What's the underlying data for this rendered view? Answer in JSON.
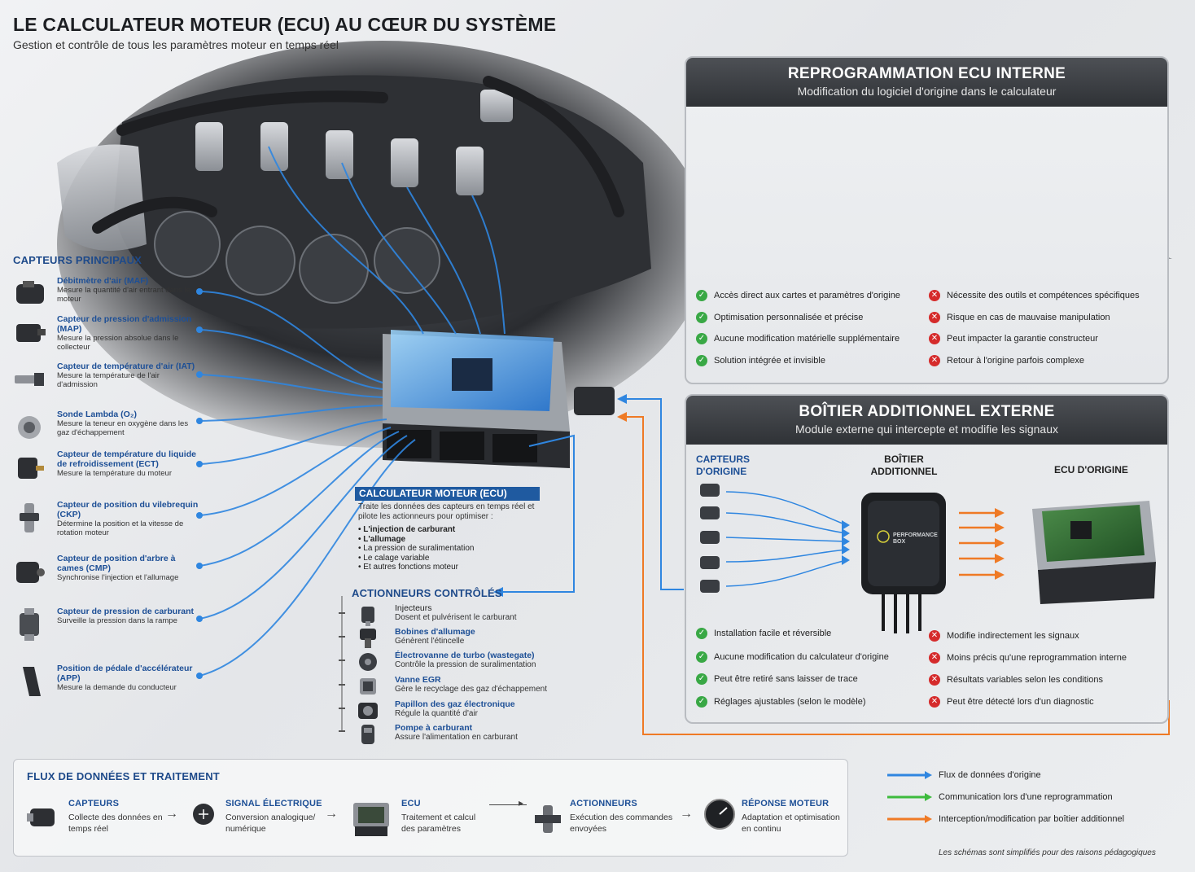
{
  "header": {
    "title": "LE CALCULATEUR MOTEUR (ECU) AU CŒUR DU SYSTÈME",
    "subtitle": "Gestion et contrôle de tous les paramètres moteur en temps réel"
  },
  "sensors_section": {
    "title": "CAPTEURS PRINCIPAUX",
    "items": [
      {
        "name": "Débitmètre d'air (MAF)",
        "desc": "Mesure la quantité d'air entrant dans le moteur"
      },
      {
        "name": "Capteur de pression d'admission (MAP)",
        "desc": "Mesure la pression absolue dans le collecteur"
      },
      {
        "name": "Capteur de température d'air (IAT)",
        "desc": "Mesure la température de l'air d'admission"
      },
      {
        "name": "Sonde Lambda (O₂)",
        "desc": "Mesure la teneur en oxygène dans les gaz d'échappement"
      },
      {
        "name": "Capteur de température du liquide de refroidissement (ECT)",
        "desc": "Mesure la température du moteur"
      },
      {
        "name": "Capteur de position du vilebrequin (CKP)",
        "desc": "Détermine la position et la vitesse de rotation moteur"
      },
      {
        "name": "Capteur de position d'arbre à cames (CMP)",
        "desc": "Synchronise l'injection et l'allumage"
      },
      {
        "name": "Capteur de pression de carburant",
        "desc": "Surveille la pression dans la rampe"
      },
      {
        "name": "Position de pédale d'accélérateur (APP)",
        "desc": "Mesure la demande du conducteur"
      }
    ]
  },
  "ecu_label": {
    "title": "CALCULATEUR MOTEUR (ECU)",
    "desc": "Traite les données des capteurs en temps réel et pilote les actionneurs pour optimiser :",
    "list": [
      "• L'injection de carburant",
      "• L'allumage",
      "• La pression de suralimentation",
      "• Le calage variable",
      "• Et autres fonctions moteur"
    ]
  },
  "actuators_section": {
    "title": "ACTIONNEURS CONTRÔLÉS",
    "items": [
      {
        "name": "Injecteurs",
        "desc": "Dosent et pulvérisent le carburant"
      },
      {
        "name": "Bobines d'allumage",
        "desc": "Génèrent l'étincelle"
      },
      {
        "name": "Électrovanne de turbo (wastegate)",
        "desc": "Contrôle la pression de suralimentation"
      },
      {
        "name": "Vanne EGR",
        "desc": "Gère le recyclage des gaz d'échappement"
      },
      {
        "name": "Papillon des gaz électronique",
        "desc": "Régule la quantité d'air"
      },
      {
        "name": "Pompe à carburant",
        "desc": "Assure l'alimentation en carburant"
      }
    ]
  },
  "panel_reprog": {
    "title": "REPROGRAMMATION ECU INTERNE",
    "subtitle": "Modification du logiciel d'origine dans le calculateur",
    "pros": [
      "Accès direct aux cartes et paramètres d'origine",
      "Optimisation personnalisée et précise",
      "Aucune modification matérielle supplémentaire",
      "Solution intégrée et invisible"
    ],
    "cons": [
      "Nécessite des outils et compétences spécifiques",
      "Risque en cas de mauvaise manipulation",
      "Peut impacter la garantie constructeur",
      "Retour à l'origine parfois complexe"
    ]
  },
  "panel_box": {
    "title": "BOÎTIER ADDITIONNEL EXTERNE",
    "subtitle": "Module externe qui intercepte et modifie les signaux",
    "col1": "CAPTEURS D'ORIGINE",
    "col2": "BOÎTIER ADDITIONNEL",
    "col3": "ECU D'ORIGINE",
    "box_brand_1": "PERFORMANCE",
    "box_brand_2": "BOX",
    "pros": [
      "Installation facile et réversible",
      "Aucune modification du calculateur d'origine",
      "Peut être retiré sans laisser de trace",
      "Réglages ajustables (selon le modèle)"
    ],
    "cons": [
      "Modifie indirectement les signaux",
      "Moins précis qu'une reprogrammation interne",
      "Résultats variables selon les conditions",
      "Peut être détecté lors d'un diagnostic"
    ]
  },
  "flow": {
    "title": "FLUX DE DONNÉES ET TRAITEMENT",
    "steps": [
      {
        "title": "CAPTEURS",
        "desc": "Collecte des données en temps réel"
      },
      {
        "title": "SIGNAL ÉLECTRIQUE",
        "desc": "Conversion analogique/ numérique"
      },
      {
        "title": "ECU",
        "desc": "Traitement et calcul des paramètres"
      },
      {
        "title": "ACTIONNEURS",
        "desc": "Exécution des commandes envoyées"
      },
      {
        "title": "RÉPONSE MOTEUR",
        "desc": "Adaptation et optimisation en continu"
      }
    ]
  },
  "legend": [
    {
      "label": "Flux de données d'origine",
      "color": "#2f86e0"
    },
    {
      "label": "Communication lors d'une reprogrammation",
      "color": "#3dbb3d"
    },
    {
      "label": "Interception/modification par boîtier additionnel",
      "color": "#ef7a25"
    }
  ],
  "disclaimer": "Les schémas sont simplifiés pour des raisons pédagogiques",
  "colors": {
    "accent_blue": "#1d4f96",
    "flow_blue": "#2f86e0",
    "flow_green": "#3dbb3d",
    "flow_orange": "#ef7a25"
  }
}
